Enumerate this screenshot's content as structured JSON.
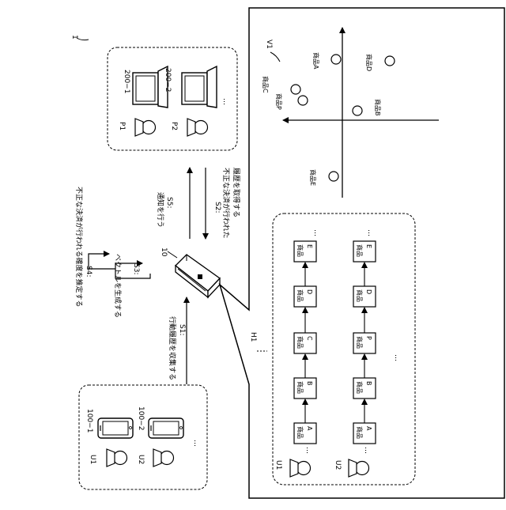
{
  "labels": {
    "system": "1",
    "step1": "S1:",
    "step1_text": "行動履歴を収集する",
    "step2": "S2:",
    "step2_text_a": "不正な決済が行われた",
    "step2_text_b": "履歴を取得する",
    "step3": "S3:",
    "step3_text": "ベクトルを生成する",
    "step4": "S4:",
    "step4_text": "不正な決済が行われる確度を推定する",
    "step5": "S5:",
    "step5_text": "通知を行う",
    "server": "10",
    "history": "H1",
    "vector_space": "V1"
  },
  "users": [
    {
      "name": "U1",
      "device": "100−1"
    },
    {
      "name": "U2",
      "device": "100−2"
    }
  ],
  "operators": [
    {
      "name": "P1",
      "device": "200−1"
    },
    {
      "name": "P2",
      "device": "200−2"
    }
  ],
  "ellipsis": "…",
  "history_rows": [
    [
      "商品A",
      "商品B",
      "商品C",
      "商品D",
      "商品E"
    ],
    [
      "商品A",
      "商品B",
      "商品P",
      "商品D",
      "商品E"
    ]
  ],
  "vector_points": [
    {
      "label": "商品A"
    },
    {
      "label": "商品D"
    },
    {
      "label": "商品C"
    },
    {
      "label": "商品P"
    },
    {
      "label": "商品B"
    },
    {
      "label": "商品E"
    }
  ]
}
